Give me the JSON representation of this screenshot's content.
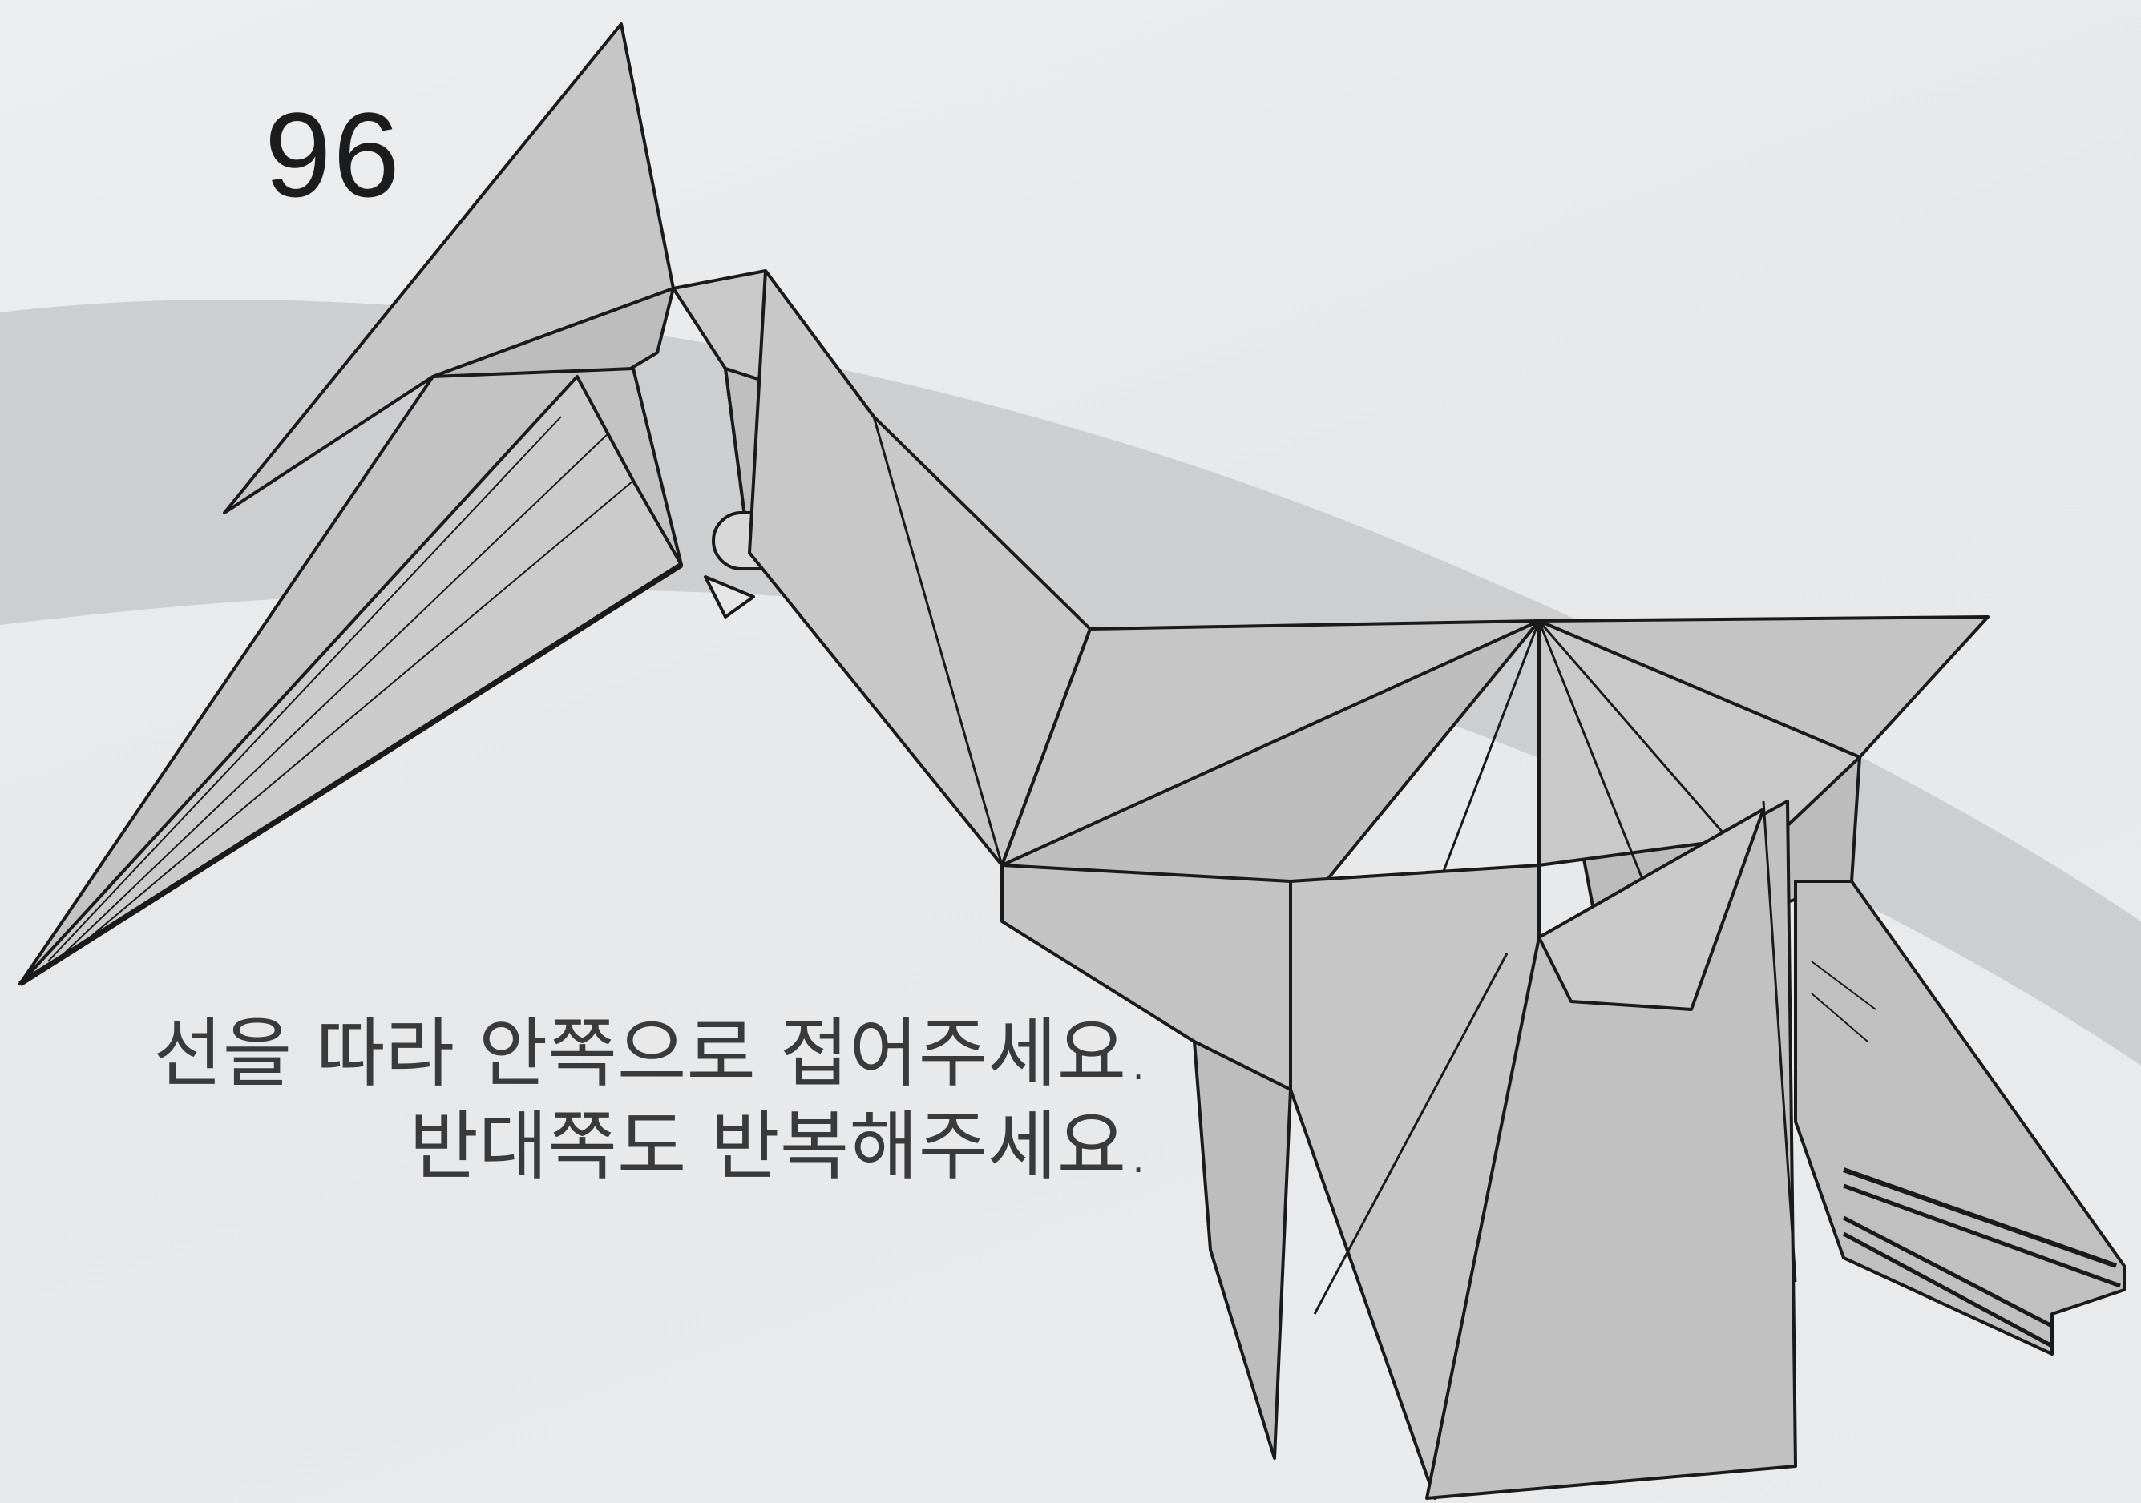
{
  "step_number": "96",
  "instructions": {
    "line1": "선을 따라 안쪽으로 접어주세요.",
    "line2": "반대쪽도 반복해주세요."
  },
  "colors": {
    "background": "#e9ebed",
    "swoosh": "#c6c8ca",
    "paper": "#c4c4c4",
    "paper_light": "#cdcdcd",
    "outline": "#1a1a1a"
  }
}
